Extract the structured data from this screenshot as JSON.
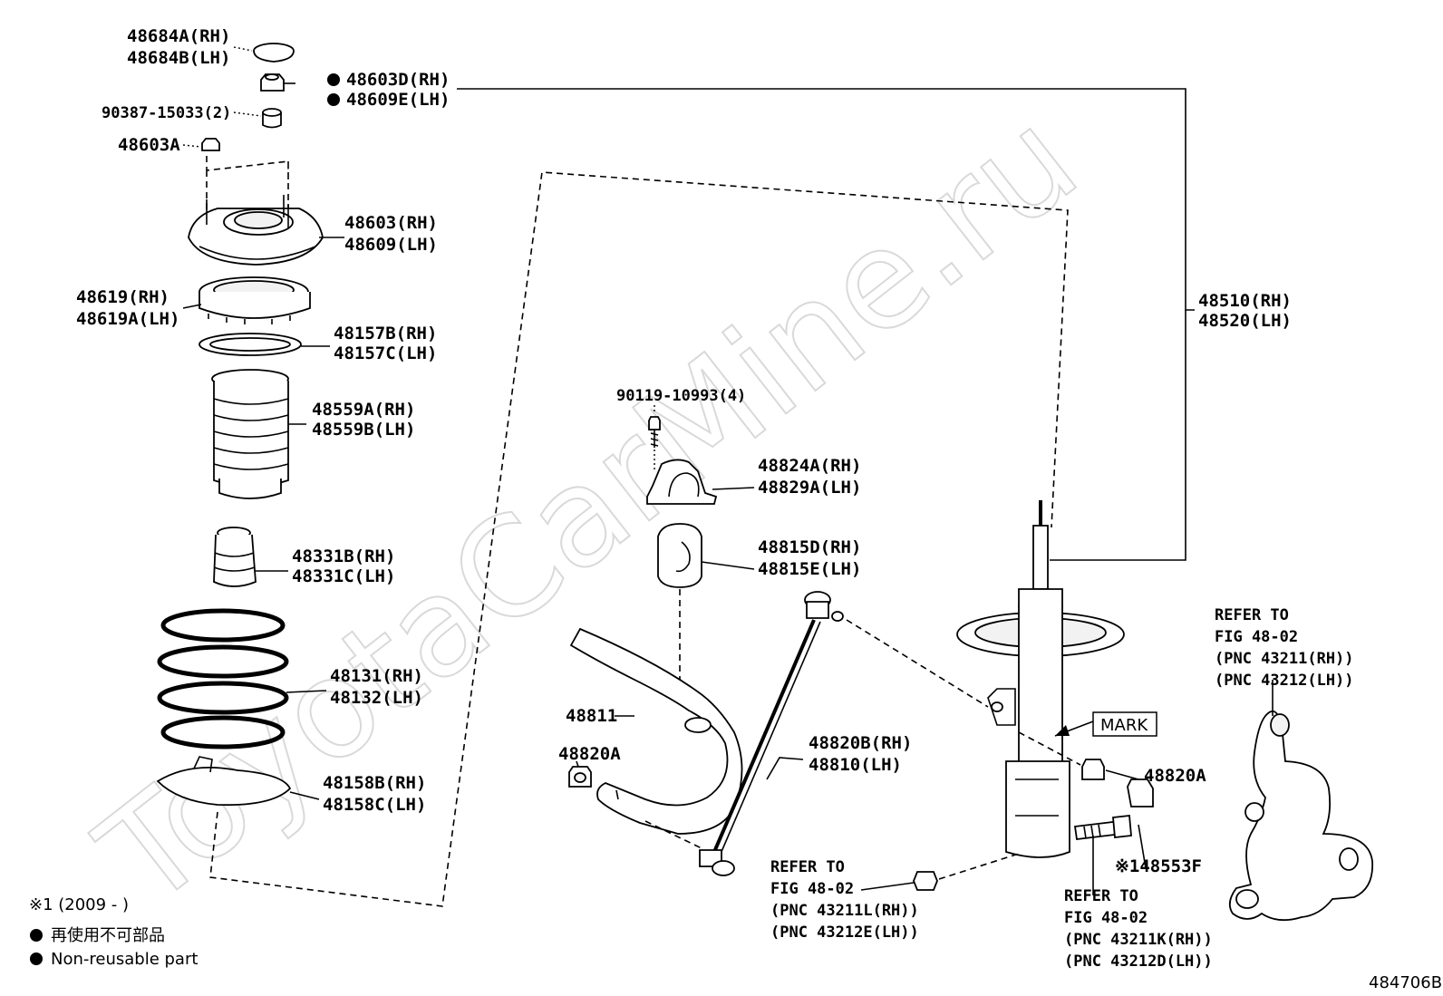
{
  "watermark": "ToyotaCarMine.ru",
  "figure_number": "484706B",
  "parts": {
    "cap_rh": "48684A(RH)",
    "cap_lh": "48684B(LH)",
    "nut_top_rh": "48603D(RH)",
    "nut_top_lh": "48609E(LH)",
    "collar": "90387-15033(2)",
    "nut_48603a": "48603A",
    "support_rh": "48603(RH)",
    "support_lh": "48609(LH)",
    "insulator_rh": "48619(RH)",
    "insulator_lh": "48619A(LH)",
    "seat_upper_rh": "48157B(RH)",
    "seat_upper_lh": "48157C(LH)",
    "boot_rh": "48559A(RH)",
    "boot_lh": "48559B(LH)",
    "bumper_rh": "48331B(RH)",
    "bumper_lh": "48331C(LH)",
    "spring_rh": "48131(RH)",
    "spring_lh": "48132(LH)",
    "seat_lower_rh": "48158B(RH)",
    "seat_lower_lh": "48158C(LH)",
    "bolt_bracket": "90119-10993(4)",
    "bracket_rh": "48824A(RH)",
    "bracket_lh": "48829A(LH)",
    "bushing_rh": "48815D(RH)",
    "bushing_lh": "48815E(LH)",
    "stabilizer_bar": "48811",
    "nut_48820a_left": "48820A",
    "link_rh": "48820B(RH)",
    "link_lh": "48810(LH)",
    "absorber_rh": "48510(RH)",
    "absorber_lh": "48520(LH)",
    "mark": "MARK",
    "nut_48820a_right": "48820A",
    "nut_148553f": "※148553F"
  },
  "refers": {
    "knuckle": [
      "REFER TO",
      "FIG 48-02",
      "(PNC 43211(RH))",
      "(PNC 43212(LH))"
    ],
    "lower_bolt": [
      "REFER TO",
      "FIG 48-02",
      "(PNC 43211L(RH))",
      "(PNC 43212E(LH))"
    ],
    "upper_bolt": [
      "REFER TO",
      "FIG 48-02",
      "(PNC 43211K(RH))",
      "(PNC 43212D(LH))"
    ]
  },
  "legend": {
    "note1": "※1 (2009 -      )",
    "nonreusable_jp": "再使用不可部品",
    "nonreusable_en": "Non-reusable part"
  }
}
